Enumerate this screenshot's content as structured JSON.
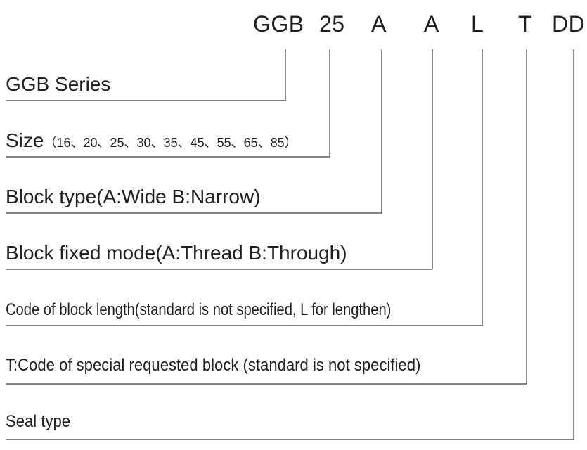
{
  "code": {
    "series": "GGB",
    "size": "25",
    "block_type": "A",
    "fixed_mode": "A",
    "length": "L",
    "special": "T",
    "seal": "DD"
  },
  "labels": {
    "series": "GGB Series",
    "size": "Size",
    "size_options": "（16、20、25、30、35、45、55、65、85）",
    "block_type": "Block type(A:Wide B:Narrow)",
    "fixed_mode": "Block fixed mode(A:Thread B:Through)",
    "length": "Code of block length(standard is not specified, L for lengthen)",
    "special": "T:Code of special requested block (standard is not specified)",
    "seal": "Seal type"
  },
  "colors": {
    "text": "#1f1f1f",
    "line": "#3a3a3a"
  }
}
